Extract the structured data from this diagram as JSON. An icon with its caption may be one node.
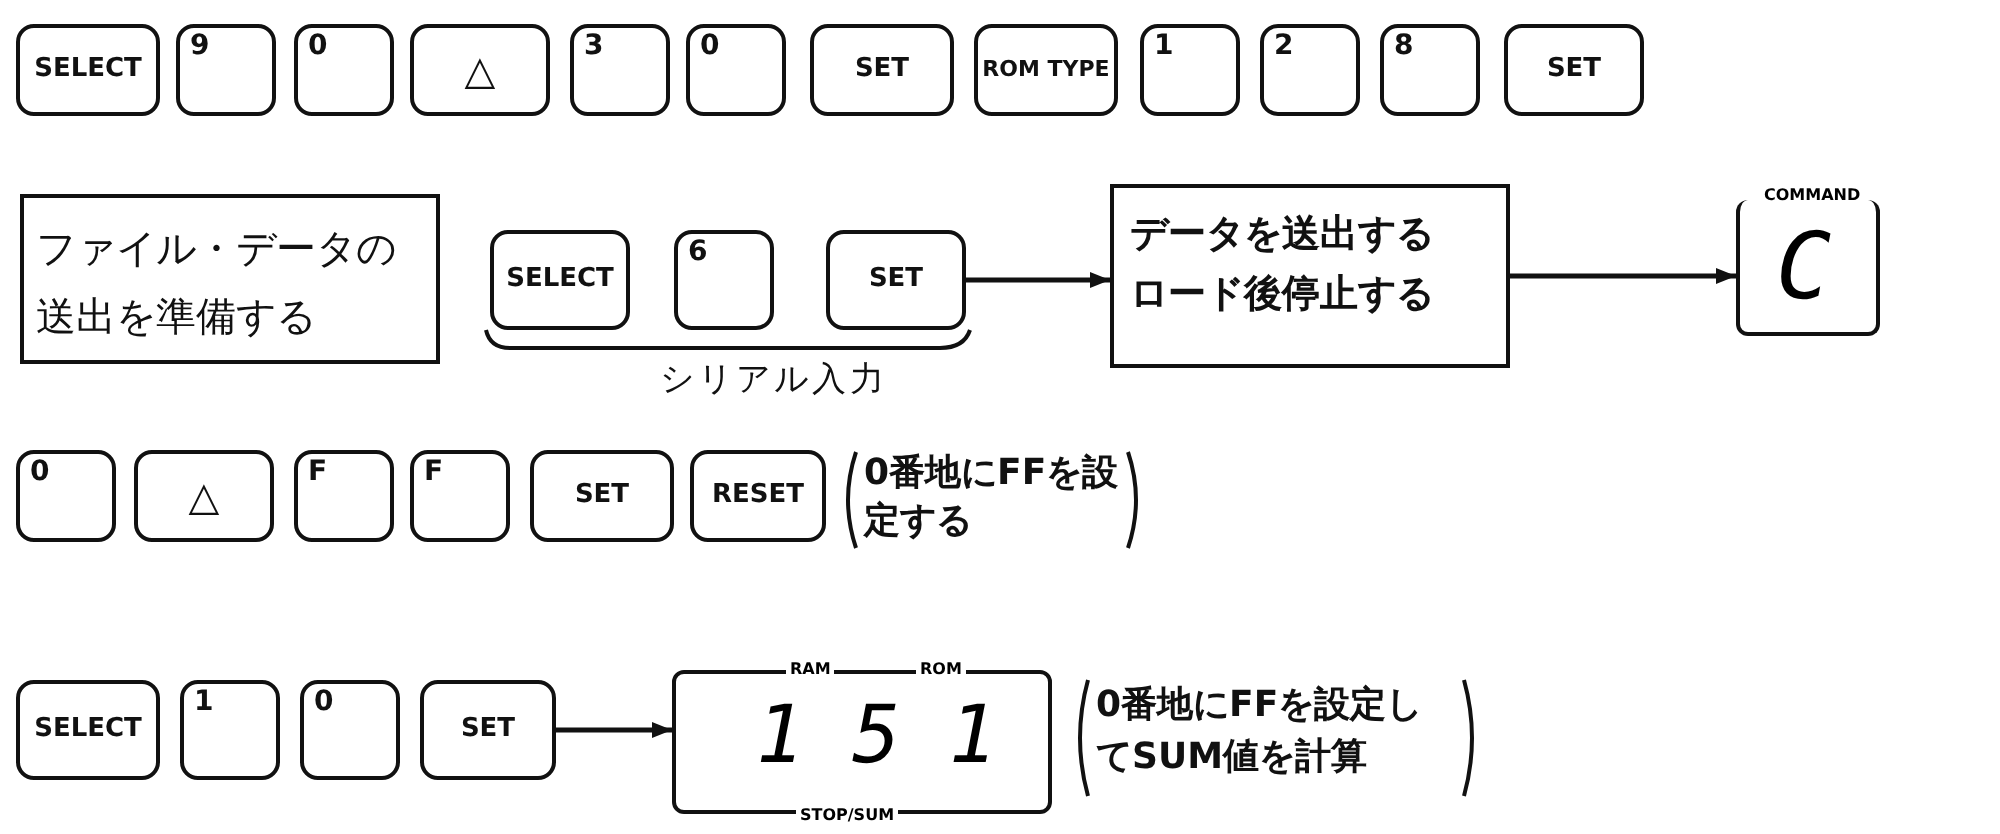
{
  "diagram": {
    "nodes": [
      {
        "text": [
          "SELECT"
        ]
      },
      {
        "text": [
          "9"
        ]
      },
      {
        "text": [
          "0"
        ]
      },
      {
        "text": [
          "△"
        ]
      },
      {
        "text": [
          "3"
        ]
      },
      {
        "text": [
          "0"
        ]
      },
      {
        "text": [
          "SET"
        ]
      },
      {
        "text": [
          "ROM TYPE"
        ]
      },
      {
        "text": [
          "1"
        ]
      },
      {
        "text": [
          "2"
        ]
      },
      {
        "text": [
          "8"
        ]
      },
      {
        "text": [
          "SET"
        ]
      },
      {
        "text": [
          "ファイル・データの送出を準備する"
        ]
      },
      {
        "text": [
          "SELECT"
        ]
      },
      {
        "text": [
          "6"
        ]
      },
      {
        "text": [
          "SET"
        ]
      },
      {
        "text": [
          "データを送出する",
          "ロード後停止する"
        ]
      },
      {
        "text": [
          "COMMAND",
          "C"
        ]
      },
      {
        "text": [
          "0"
        ]
      },
      {
        "text": [
          "△"
        ]
      },
      {
        "text": [
          "F"
        ]
      },
      {
        "text": [
          "F"
        ]
      },
      {
        "text": [
          "SET"
        ]
      },
      {
        "text": [
          "RESET"
        ]
      },
      {
        "text": [
          "SELECT"
        ]
      },
      {
        "text": [
          "1"
        ]
      },
      {
        "text": [
          "0"
        ]
      },
      {
        "text": [
          "SET"
        ]
      },
      {
        "text": [
          "RAM",
          "ROM",
          "1 5 1",
          "STOP/SUM"
        ]
      }
    ],
    "edges": [
      {
        "from": 15,
        "to": 16,
        "arrow": "to"
      },
      {
        "from": 16,
        "to": 17,
        "arrow": "to"
      },
      {
        "from": 27,
        "to": 28,
        "arrow": "to"
      }
    ],
    "labels": [
      "シリアル入力",
      "0番地にFFを設定する",
      "0番地にFFを設定してSUM値を計算"
    ]
  }
}
